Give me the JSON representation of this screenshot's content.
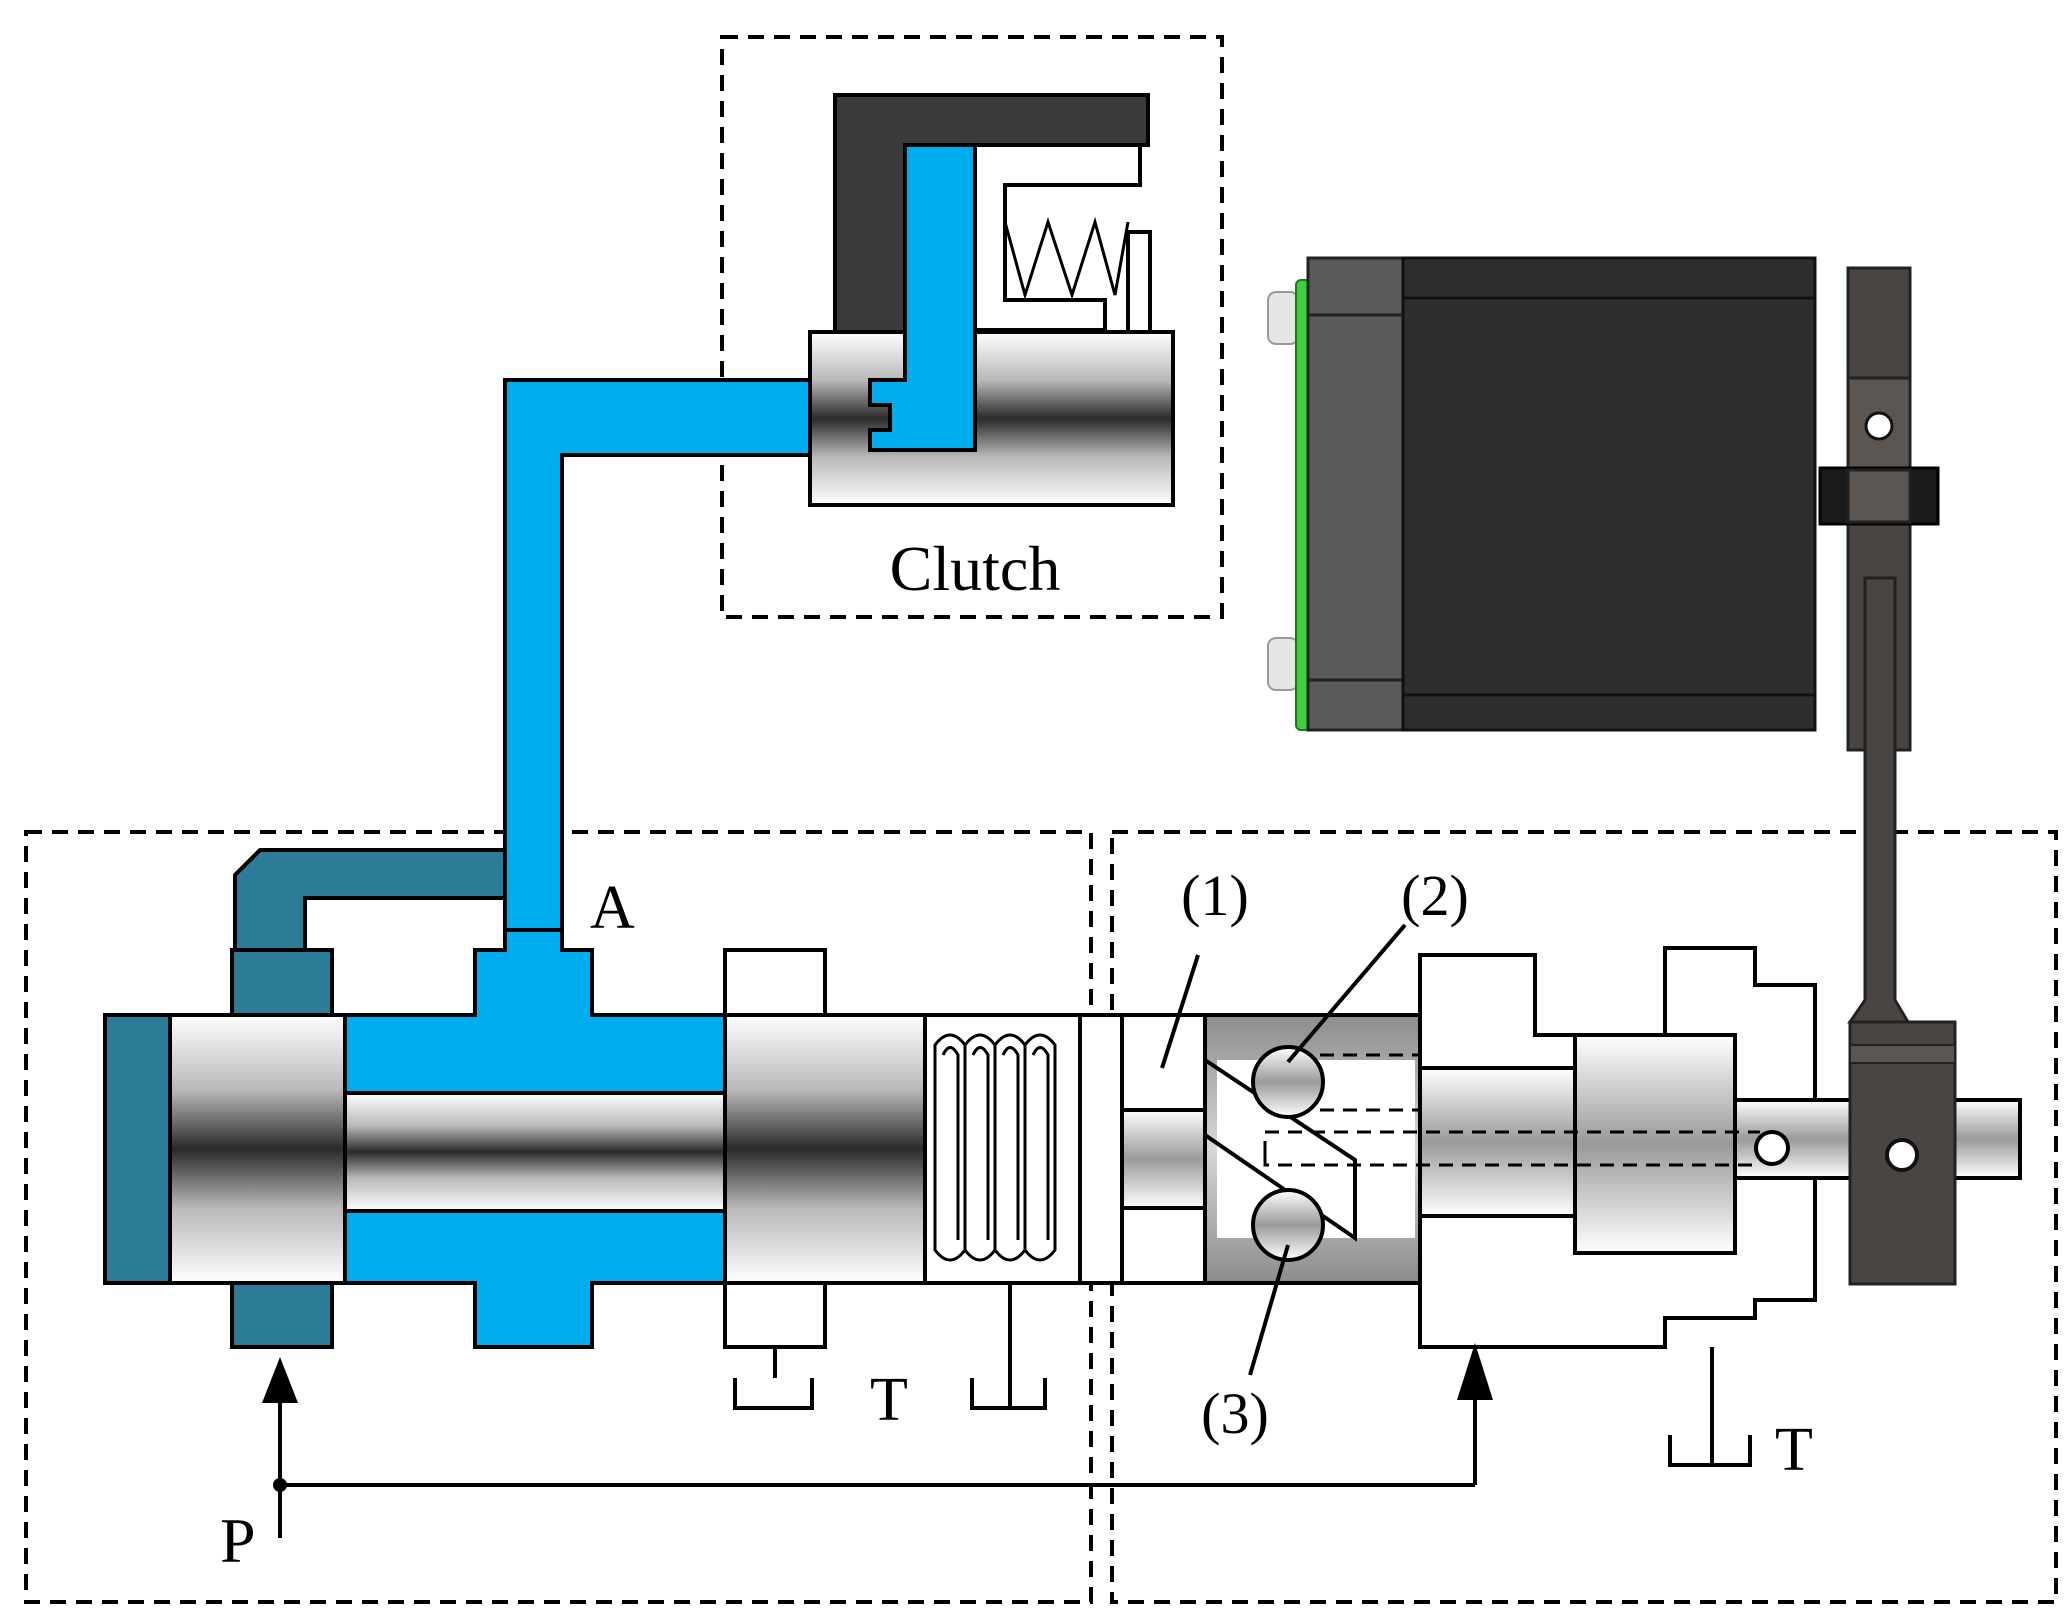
{
  "labels": {
    "clutch": "Clutch",
    "port_a": "A",
    "port_p": "P",
    "port_t_left": "T",
    "port_t_right": "T",
    "callout_1": "(1)",
    "callout_2": "(2)",
    "callout_3": "(3)"
  },
  "colors": {
    "oil": "#00aeef",
    "pilot_oil": "#2c7b97",
    "housing": "#3b3b3b",
    "motor_body": "#2e2e2e",
    "motor_endcap": "#5a5a5a",
    "motor_seal": "#3ecf3e",
    "lever": "#4a4542",
    "outline": "#000000",
    "background": "#ffffff"
  }
}
